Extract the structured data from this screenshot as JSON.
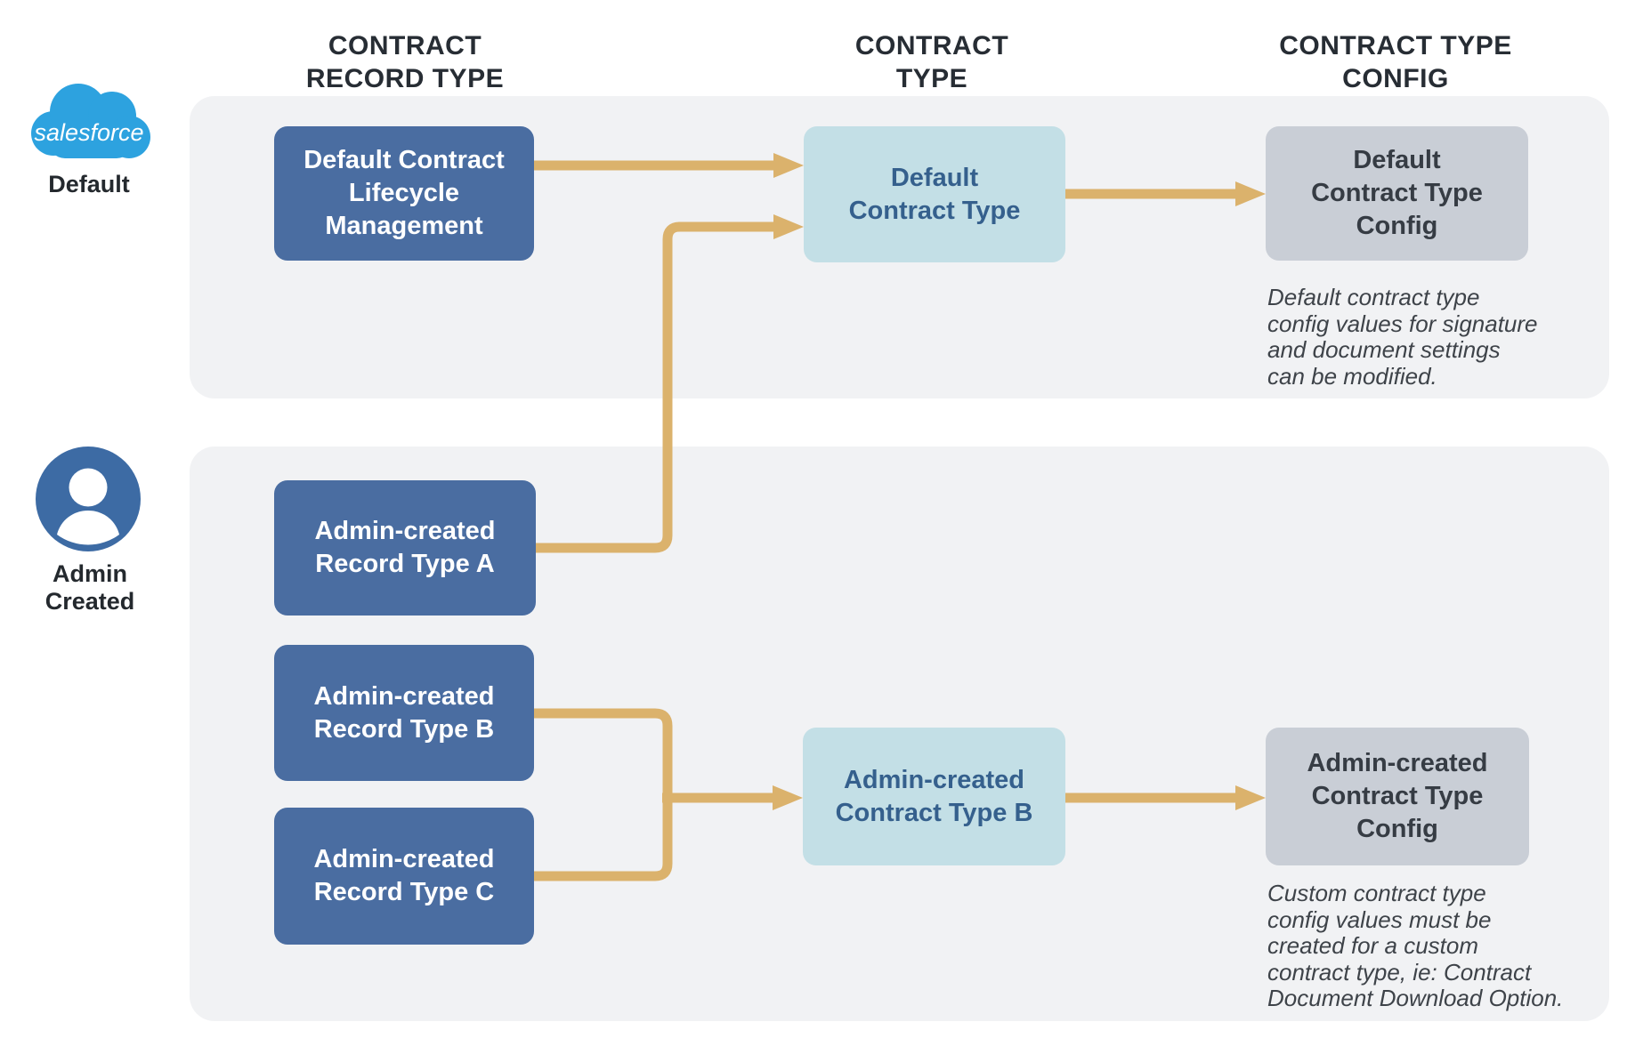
{
  "colors": {
    "panel": "#f1f2f4",
    "dark_box": "#4A6DA1",
    "light_box": "#C3DFE6",
    "gray_box": "#C9CED6",
    "arrow": "#DBB26C",
    "header_text": "#272D34",
    "light_box_text": "#35608D",
    "gray_box_text": "#363C44",
    "note_text": "#3E4349",
    "label_text": "#24292E",
    "cloud_blue": "#2DA2DF",
    "admin_blue": "#3D6BA4"
  },
  "headers": {
    "record_type": "CONTRACT\nRECORD TYPE",
    "contract_type": "CONTRACT\nTYPE",
    "contract_type_config": "CONTRACT TYPE\nCONFIG"
  },
  "legend": {
    "salesforce_brand": "salesforce",
    "default_label": "Default",
    "admin_label": "Admin\nCreated"
  },
  "boxes": {
    "default_record_type": "Default Contract\nLifecycle\nManagement",
    "default_contract_type": "Default\nContract Type",
    "default_contract_type_config": "Default\nContract Type\nConfig",
    "record_type_a": "Admin-created\nRecord Type A",
    "record_type_b": "Admin-created\nRecord Type B",
    "record_type_c": "Admin-created\nRecord Type C",
    "admin_contract_type_b": "Admin-created\nContract Type B",
    "admin_contract_type_config": "Admin-created\nContract Type\nConfig"
  },
  "notes": {
    "default_config_note": "Default contract type\nconfig values for signature\nand document settings\ncan be modified.",
    "admin_config_note": "Custom contract type\nconfig values must be\ncreated for a custom\ncontract type, ie: Contract\nDocument Download Option."
  }
}
